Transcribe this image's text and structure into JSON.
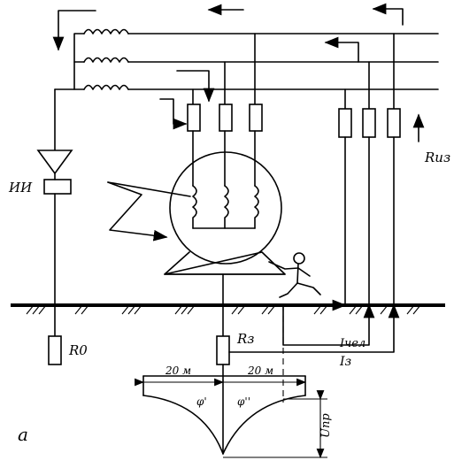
{
  "figure": {
    "panel_label": "а",
    "labels": {
      "lightning_arrester": "ИИ",
      "r_insulation": "Rиз",
      "r_zero": "R0",
      "r_ground": "Rз",
      "i_human": "Iчел",
      "i_ground": "Iз",
      "dist_left": "20 м",
      "dist_right": "20 м",
      "phi_prime": "φ'",
      "phi_double_prime": "φ''",
      "u_touch": "Uпр"
    }
  }
}
